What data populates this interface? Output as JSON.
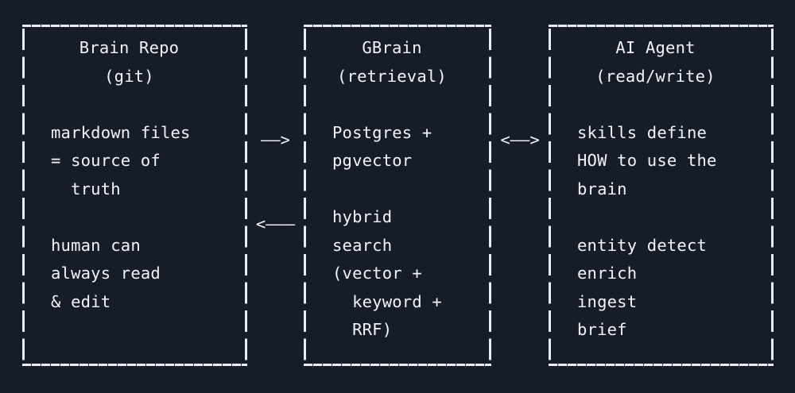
{
  "theme": {
    "background": "#171d28",
    "foreground": "#f2f4f8",
    "border": "#e9edf3"
  },
  "diagram": {
    "type": "ascii-box-architecture",
    "panels": [
      {
        "id": "brain-repo",
        "title": "Brain Repo",
        "subtitle": "(git)",
        "lines": [
          "",
          "markdown files",
          "= source of",
          "  truth",
          "",
          "human can",
          "always read",
          "& edit",
          ""
        ]
      },
      {
        "id": "gbrain",
        "title": "GBrain",
        "subtitle": "(retrieval)",
        "lines": [
          "",
          "Postgres +",
          "pgvector",
          "",
          "hybrid",
          "search",
          "(vector +",
          "  keyword +",
          "  RRF)"
        ]
      },
      {
        "id": "ai-agent",
        "title": "AI Agent",
        "subtitle": "(read/write)",
        "lines": [
          "",
          "skills define",
          "HOW to use the",
          "brain",
          "",
          "entity detect",
          "enrich",
          "ingest",
          "brief"
        ]
      }
    ],
    "connectors": [
      {
        "id": "repo-to-gbrain",
        "glyph": "——>",
        "direction": "right",
        "from": "brain-repo",
        "to": "gbrain"
      },
      {
        "id": "gbrain-to-repo",
        "glyph": "<———",
        "direction": "left",
        "from": "gbrain",
        "to": "brain-repo"
      },
      {
        "id": "gbrain-agent-bidirectional",
        "glyph": "<——>",
        "direction": "both",
        "from": "gbrain",
        "to": "ai-agent"
      }
    ]
  }
}
